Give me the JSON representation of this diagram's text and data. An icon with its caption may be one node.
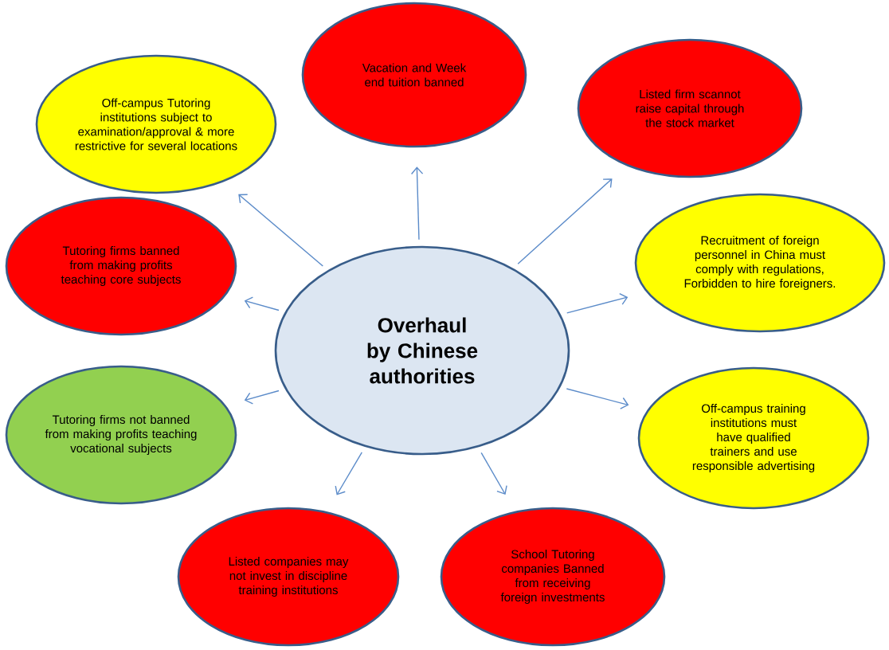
{
  "diagram": {
    "nodes": [
      {
        "text": [
          "Overhaul by Chinese authorities"
        ]
      },
      {
        "text": [
          "Off-campus Tutoring institutions subject to examination/approval & more restrictive for several locations"
        ]
      },
      {
        "text": [
          "Vacation and Week end tuition banned"
        ]
      },
      {
        "text": [
          "Listed firm scannot raise capital through the stock market"
        ]
      },
      {
        "text": [
          "Tutoring firms banned from making profits teaching core subjects"
        ]
      },
      {
        "text": [
          "Recruitment of foreign personnel in China must comply with regulations, Forbidden to hire foreigners."
        ]
      },
      {
        "text": [
          "Tutoring firms not banned from making profits teaching vocational subjects"
        ]
      },
      {
        "text": [
          "Off-campus training institutions must have qualified trainers and use responsible advertising"
        ]
      },
      {
        "text": [
          "Listed companies may not invest in discipline training institutions"
        ]
      },
      {
        "text": [
          "School Tutoring companies Banned from receiving foreign investments"
        ]
      }
    ],
    "edges": [
      {
        "from": 0,
        "to": 1,
        "arrow": "to"
      },
      {
        "from": 0,
        "to": 2,
        "arrow": "to"
      },
      {
        "from": 0,
        "to": 3,
        "arrow": "to"
      },
      {
        "from": 0,
        "to": 4,
        "arrow": "to"
      },
      {
        "from": 0,
        "to": 5,
        "arrow": "to"
      },
      {
        "from": 0,
        "to": 6,
        "arrow": "to"
      },
      {
        "from": 0,
        "to": 7,
        "arrow": "to"
      },
      {
        "from": 0,
        "to": 8,
        "arrow": "to"
      },
      {
        "from": 0,
        "to": 9,
        "arrow": "to"
      }
    ]
  }
}
